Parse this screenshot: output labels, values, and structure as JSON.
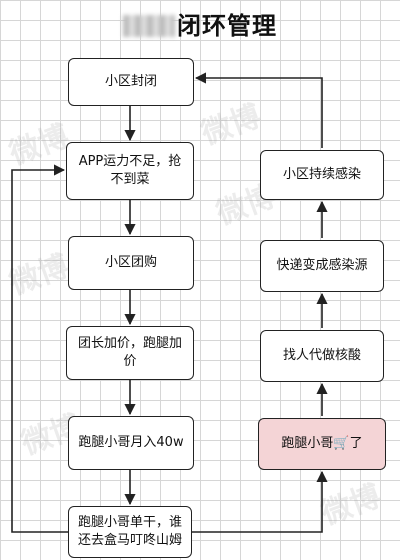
{
  "title": {
    "text": "闭环管理"
  },
  "flow": {
    "left": [
      "小区封闭",
      "APP运力不足，抢不到菜",
      "小区团购",
      "团长加价，跑腿加价",
      "跑腿小哥月入40w",
      "跑腿小哥单干，谁还去盒马叮咚山姆"
    ],
    "right": [
      "跑腿小哥🛒了",
      "找人代做核酸",
      "快递变成感染源",
      "小区持续感染"
    ]
  },
  "colors": {
    "highlight": "#f4d4d6",
    "stroke": "#222222"
  }
}
